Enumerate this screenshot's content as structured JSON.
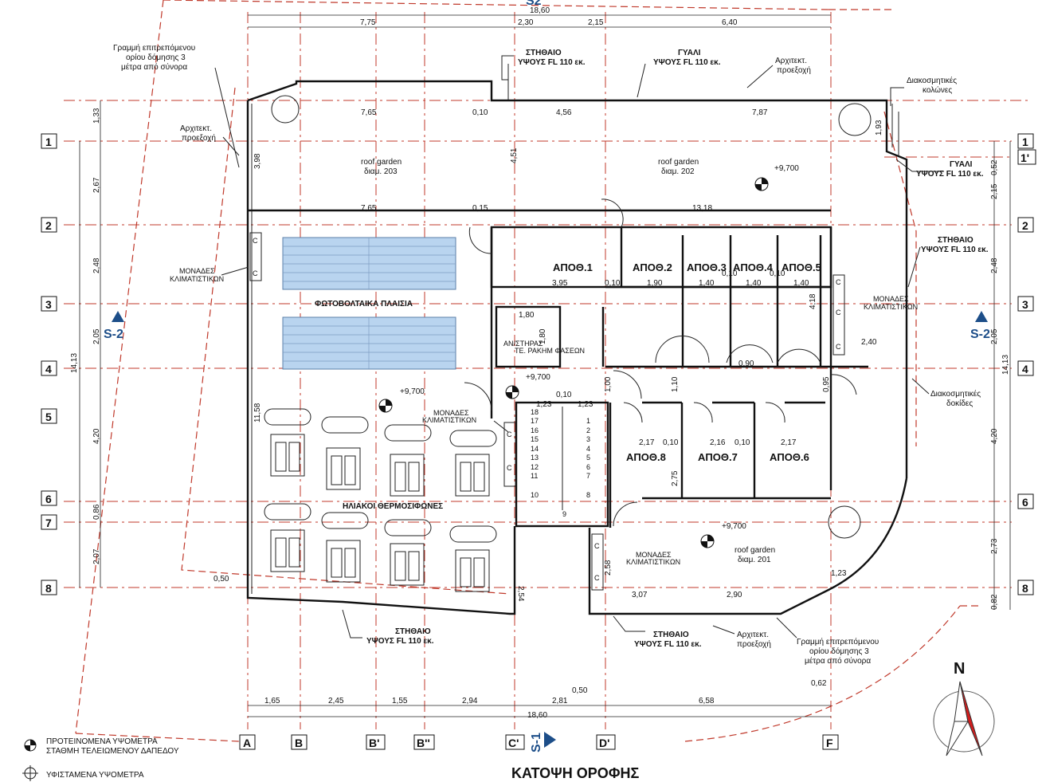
{
  "drawing": {
    "title": "ΚΑΤΟΨΗ ΟΡΟΦΗΣ",
    "north_label": "N"
  },
  "grid": {
    "columns": [
      "A",
      "B",
      "B'",
      "B''",
      "C'",
      "D'",
      "F"
    ],
    "rows": [
      "1",
      "1'",
      "2",
      "3",
      "4",
      "5",
      "6",
      "7",
      "8"
    ]
  },
  "sections": {
    "s1": "S-1",
    "s2_left": "S-2",
    "s2_right": "S-2",
    "top_partial": "S2"
  },
  "dims": {
    "top_total": "18,60",
    "top_segments": [
      "7,75",
      "2,30",
      "2,15",
      "6,40"
    ],
    "bottom_total": "18,60",
    "bottom_segments": [
      "1,65",
      "2,45",
      "1,55",
      "2,94",
      "2,81",
      "6,58"
    ],
    "bottom_extra": [
      "0,50",
      "0,62"
    ],
    "left_outer": "14,13",
    "left_segments": [
      "1,33",
      "2,67",
      "2,48",
      "2,05",
      "4,20",
      "0,86",
      "2,07"
    ],
    "right_outer": "14,13",
    "right_segments": [
      "0,52",
      "2,15",
      "2,48",
      "2,05",
      "4,20",
      "2,73",
      "0,82"
    ],
    "inner": {
      "top_row_a": [
        "7,65",
        "0,10",
        "4,56",
        "7,87"
      ],
      "top_row_b": [
        "7,65",
        "0,15",
        "13,18"
      ],
      "storage_row": [
        "3,95",
        "0,10",
        "1,90",
        "1,40",
        "1,40",
        "1,40",
        "0,10",
        "0,10"
      ],
      "stair": [
        "1,80",
        "1,80",
        "0,10",
        "1,23",
        "1,23",
        "1,00",
        "1,10",
        "0,95",
        "0,90",
        "2,40",
        "4,18"
      ],
      "lower_rooms": [
        "2,17",
        "0,10",
        "2,16",
        "0,10",
        "2,17",
        "2,75"
      ],
      "garden201": [
        "3,07",
        "2,90",
        "1,23",
        "2,58",
        "2,54"
      ],
      "vertical": [
        "3,98",
        "4,51",
        "1,93",
        "11,58"
      ],
      "misc": [
        "0,50"
      ]
    }
  },
  "levels": [
    "+9,700",
    "+9,700",
    "+9,700",
    "+9,700"
  ],
  "rooms": {
    "apoth1": "ΑΠΟΘ.1",
    "apoth2": "ΑΠΟΘ.2",
    "apoth3": "ΑΠΟΘ.3",
    "apoth4": "ΑΠΟΘ.4",
    "apoth5": "ΑΠΟΘ.5",
    "apoth6": "ΑΠΟΘ.6",
    "apoth7": "ΑΠΟΘ.7",
    "apoth8": "ΑΠΟΘ.8",
    "elevator": "ΑΝ/ΣΤΗΡΑΣ",
    "elevator_sub": "ΤΕ. ΡΑΚΗΜ ΦΑΣΕΩΝ",
    "garden203_a": "roof garden",
    "garden203_b": "διαμ. 203",
    "garden202_a": "roof garden",
    "garden202_b": "διαμ. 202",
    "garden201_a": "roof garden",
    "garden201_b": "διαμ. 201",
    "pv_panels": "ΦΩΤΟΒΟΛΤΑΙΚΑ ΠΛΑΙΣΙΑ",
    "solar_heaters": "ΗΛΙΑΚΟΙ ΘΕΡΜΟΣΙΦΩΝΕΣ",
    "stairs": [
      "18",
      "17",
      "16",
      "15",
      "14",
      "13",
      "12",
      "11",
      "10",
      "1",
      "2",
      "3",
      "4",
      "5",
      "6",
      "7",
      "8",
      "9"
    ]
  },
  "notes": {
    "limit_line_top": [
      "Γραμμή επιτρεπόμενου",
      "ορίου δόμησης 3",
      "μέτρα από σύνορα"
    ],
    "arch_left": [
      "Αρχιτεκτ.",
      "προεξοχή"
    ],
    "parapet_top": [
      "ΣΤΗΘΑΙΟ",
      "ΥΨΟΥΣ FL 110 εκ."
    ],
    "glass_top": [
      "ΓΥΑΛΙ",
      "ΥΨΟΥΣ FL 110 εκ."
    ],
    "arch_top": [
      "Αρχιτεκτ.",
      "προεξοχή"
    ],
    "deco_columns": [
      "Διακοσμητικές",
      "κολώνες"
    ],
    "glass_right": [
      "ΓΥΑΛΙ",
      "ΥΨΟΥΣ FL 110 εκ."
    ],
    "parapet_right": [
      "ΣΤΗΘΑΙΟ",
      "ΥΨΟΥΣ FL 110 εκ."
    ],
    "ac_right": [
      "ΜΟΝΑΔΕΣ",
      "ΚΛΙΜΑΤΙΣΤΙΚΩΝ"
    ],
    "deco_beams": [
      "Διακοσμητικές",
      "δοκίδες"
    ],
    "ac_left": [
      "ΜΟΝΑΔΕΣ",
      "ΚΛΙΜΑΤΙΣΤΙΚΩΝ"
    ],
    "ac_center": [
      "ΜΟΝΑΔΕΣ",
      "ΚΛΙΜΑΤΙΣΤΙΚΩΝ"
    ],
    "ac_bottom": [
      "ΜΟΝΑΔΕΣ",
      "ΚΛΙΜΑΤΙΣΤΙΚΩΝ"
    ],
    "parapet_bottom_left": [
      "ΣΤΗΘΑΙΟ",
      "ΥΨΟΥΣ FL 110 εκ."
    ],
    "parapet_bottom_mid": [
      "ΣΤΗΘΑΙΟ",
      "ΥΨΟΥΣ FL 110 εκ."
    ],
    "arch_bottom": [
      "Αρχιτεκτ.",
      "προεξοχή"
    ],
    "limit_line_bottom": [
      "Γραμμή επιτρεπόμενου",
      "ορίου δόμησης 3",
      "μέτρα από σύνορα"
    ],
    "ac_symbol": "C"
  },
  "legend": {
    "proposed": [
      "ΠΡΟΤΕΙΝΟΜΕΝΑ ΥΨΟΜΕΤΡΑ",
      "ΣΤΑΘΜΗ ΤΕΛΕΙΩΜΕΝΟΥ ΔΑΠΕΔΟΥ"
    ],
    "existing": "ΥΦΙΣΤΑΜΕΝΑ ΥΨΟΜΕΤΡΑ"
  },
  "colors": {
    "axis": "#c0392b",
    "section": "#1d4e89",
    "pv": "#b9d4ef",
    "north": "#d11e1e"
  }
}
